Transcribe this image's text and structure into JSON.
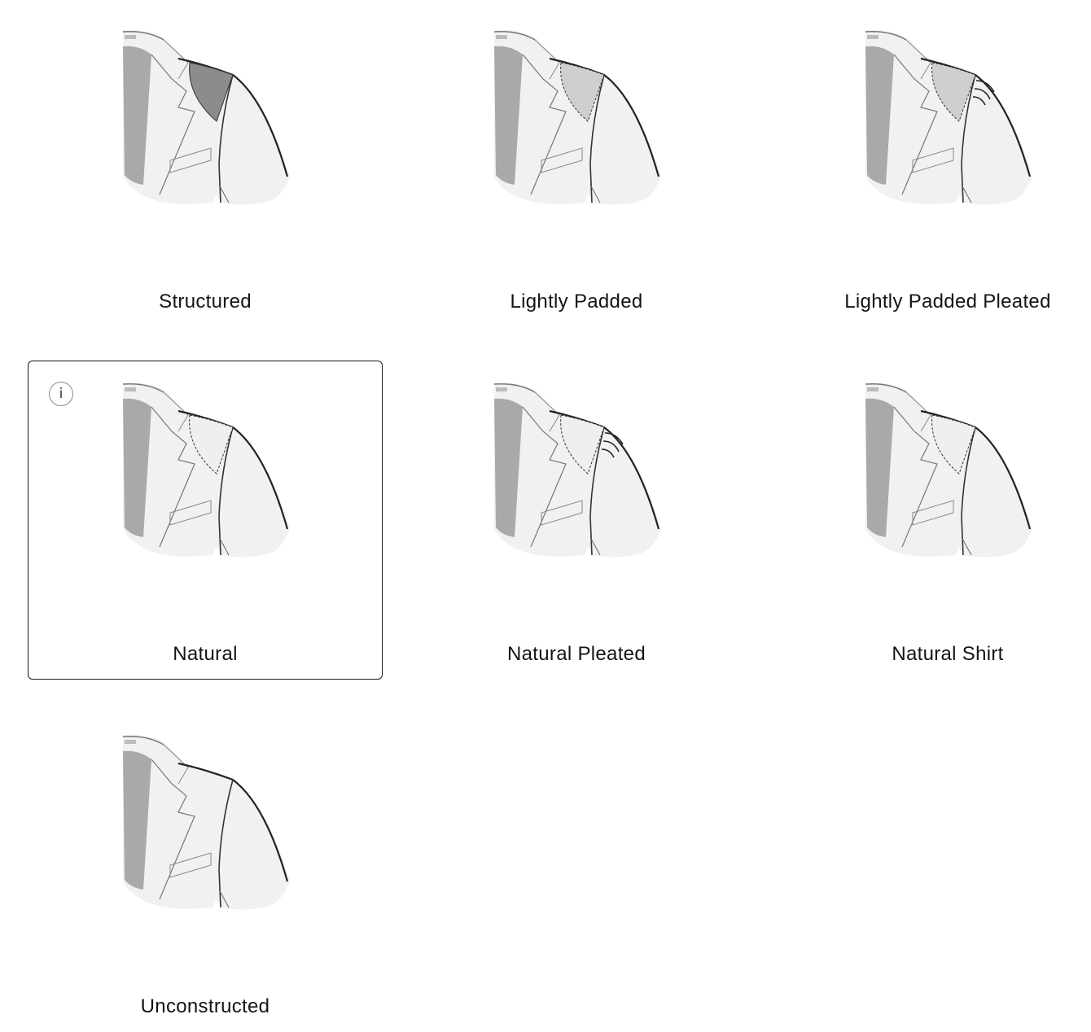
{
  "shoulder_options": [
    {
      "label": "Structured",
      "selected": false,
      "pad": "dark",
      "pleats": false
    },
    {
      "label": "Lightly Padded",
      "selected": false,
      "pad": "medium",
      "pleats": false
    },
    {
      "label": "Lightly Padded Pleated",
      "selected": false,
      "pad": "medium",
      "pleats": true
    },
    {
      "label": "Natural",
      "selected": true,
      "pad": "light",
      "pleats": false
    },
    {
      "label": "Natural Pleated",
      "selected": false,
      "pad": "light",
      "pleats": true
    },
    {
      "label": "Natural Shirt",
      "selected": false,
      "pad": "light",
      "pleats": false
    },
    {
      "label": "Unconstructed",
      "selected": false,
      "pad": "none",
      "pleats": false
    }
  ],
  "info_icon_glyph": "i",
  "colors": {
    "selected_border": "#1a1a1a",
    "lining": "#a9a9a9",
    "pad_dark": "#8c8c8c",
    "pad_medium": "#cfcfcf",
    "pad_light": "#efefef"
  }
}
